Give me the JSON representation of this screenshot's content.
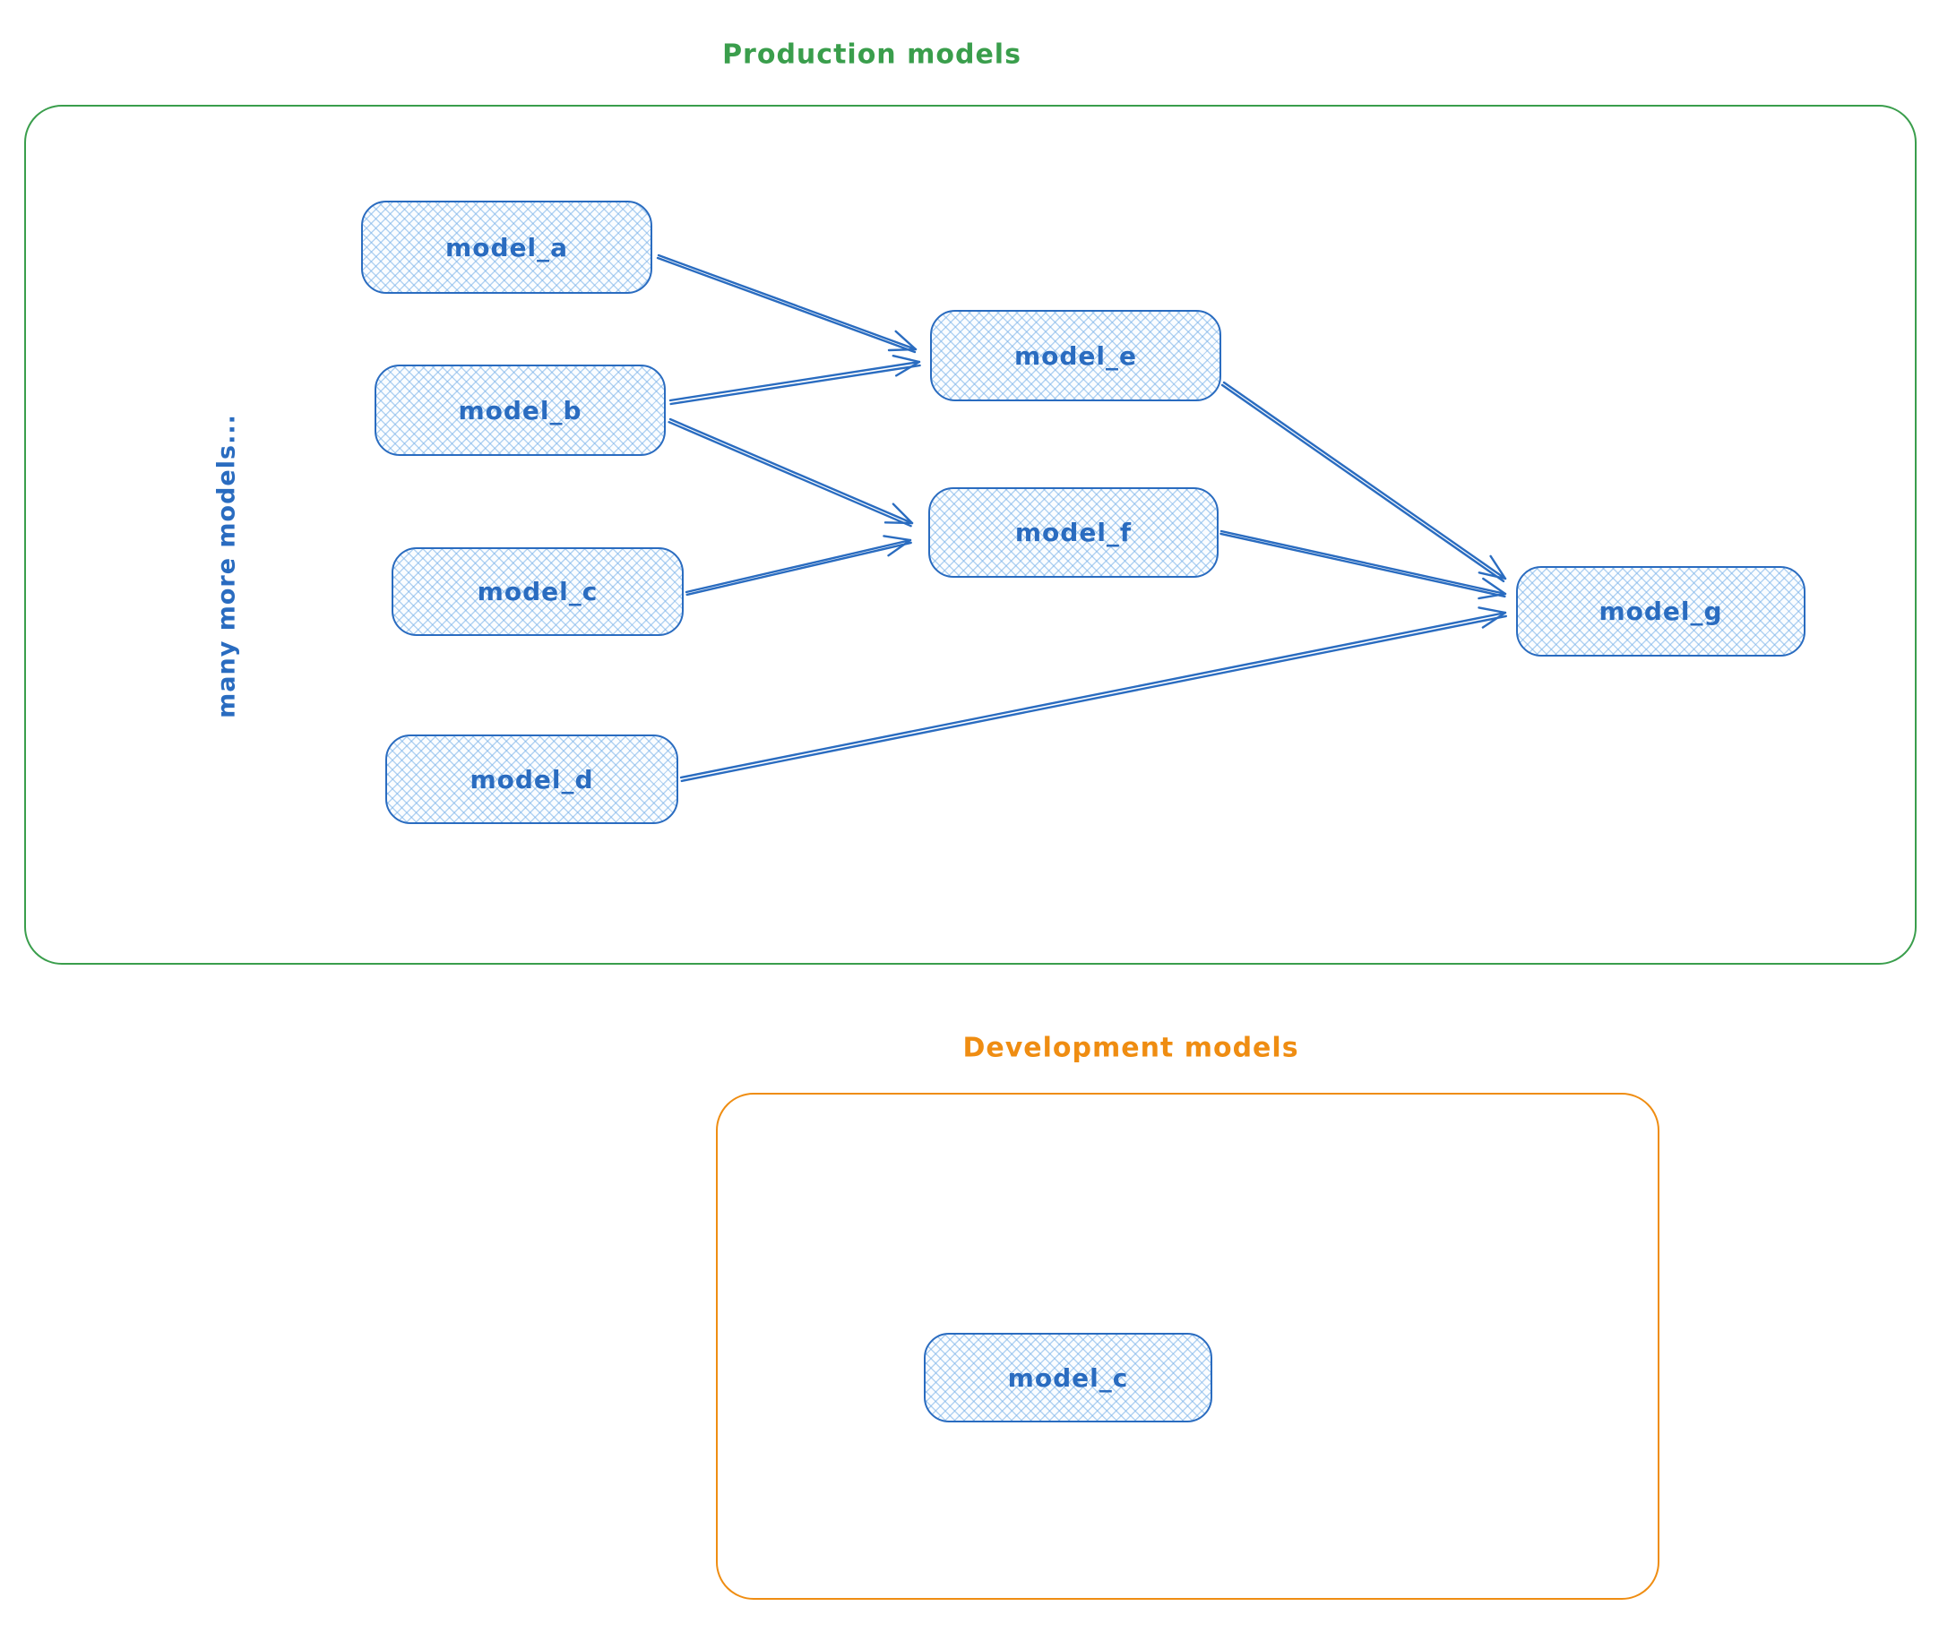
{
  "production": {
    "title": "Production models",
    "side_label": "many more models...",
    "nodes": {
      "model_a": "model_a",
      "model_b": "model_b",
      "model_c": "model_c",
      "model_d": "model_d",
      "model_e": "model_e",
      "model_f": "model_f",
      "model_g": "model_g"
    }
  },
  "development": {
    "title": "Development models",
    "nodes": {
      "model_c": "model_c"
    }
  },
  "edges": [
    {
      "from": "model_a",
      "to": "model_e"
    },
    {
      "from": "model_b",
      "to": "model_e"
    },
    {
      "from": "model_b",
      "to": "model_f"
    },
    {
      "from": "model_c",
      "to": "model_f"
    },
    {
      "from": "model_e",
      "to": "model_g"
    },
    {
      "from": "model_f",
      "to": "model_g"
    },
    {
      "from": "model_d",
      "to": "model_g"
    }
  ],
  "colors": {
    "production_border": "#3a9e4c",
    "development_border": "#ef8d12",
    "node_stroke": "#2a6cc0",
    "node_fill": "#fbfdff",
    "node_hatch": "rgba(120,177,232,0.55)"
  }
}
